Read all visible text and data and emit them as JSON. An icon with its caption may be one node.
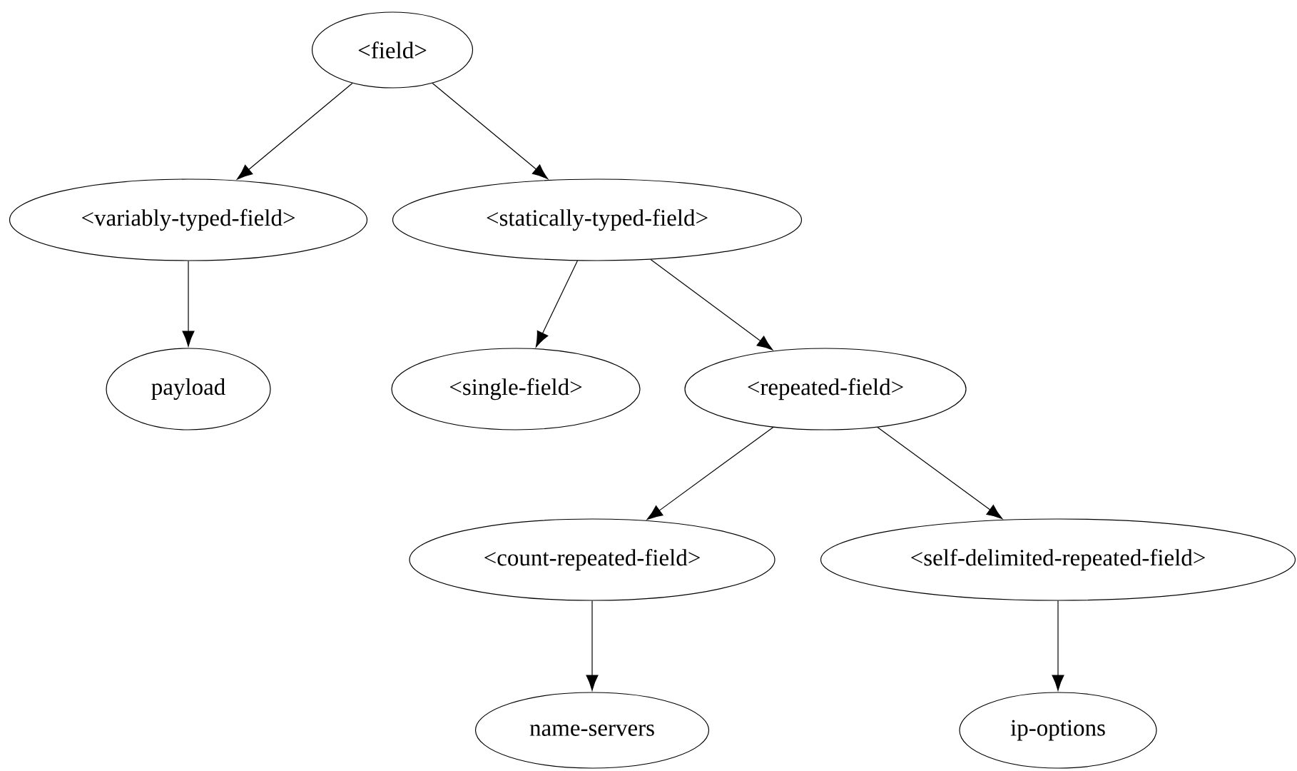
{
  "diagram": {
    "nodes": [
      {
        "text": [
          "<field>"
        ]
      },
      {
        "text": [
          "<variably-typed-field>"
        ]
      },
      {
        "text": [
          "<statically-typed-field>"
        ]
      },
      {
        "text": [
          "payload"
        ]
      },
      {
        "text": [
          "<single-field>"
        ]
      },
      {
        "text": [
          "<repeated-field>"
        ]
      },
      {
        "text": [
          "<count-repeated-field>"
        ]
      },
      {
        "text": [
          "<self-delimited-repeated-field>"
        ]
      },
      {
        "text": [
          "name-servers"
        ]
      },
      {
        "text": [
          "ip-options"
        ]
      }
    ],
    "edges": [
      {
        "from": 0,
        "to": 1,
        "arrow": "to"
      },
      {
        "from": 0,
        "to": 2,
        "arrow": "to"
      },
      {
        "from": 1,
        "to": 3,
        "arrow": "to"
      },
      {
        "from": 2,
        "to": 4,
        "arrow": "to"
      },
      {
        "from": 2,
        "to": 5,
        "arrow": "to"
      },
      {
        "from": 5,
        "to": 6,
        "arrow": "to"
      },
      {
        "from": 5,
        "to": 7,
        "arrow": "to"
      },
      {
        "from": 6,
        "to": 8,
        "arrow": "to"
      },
      {
        "from": 7,
        "to": 9,
        "arrow": "to"
      }
    ]
  }
}
